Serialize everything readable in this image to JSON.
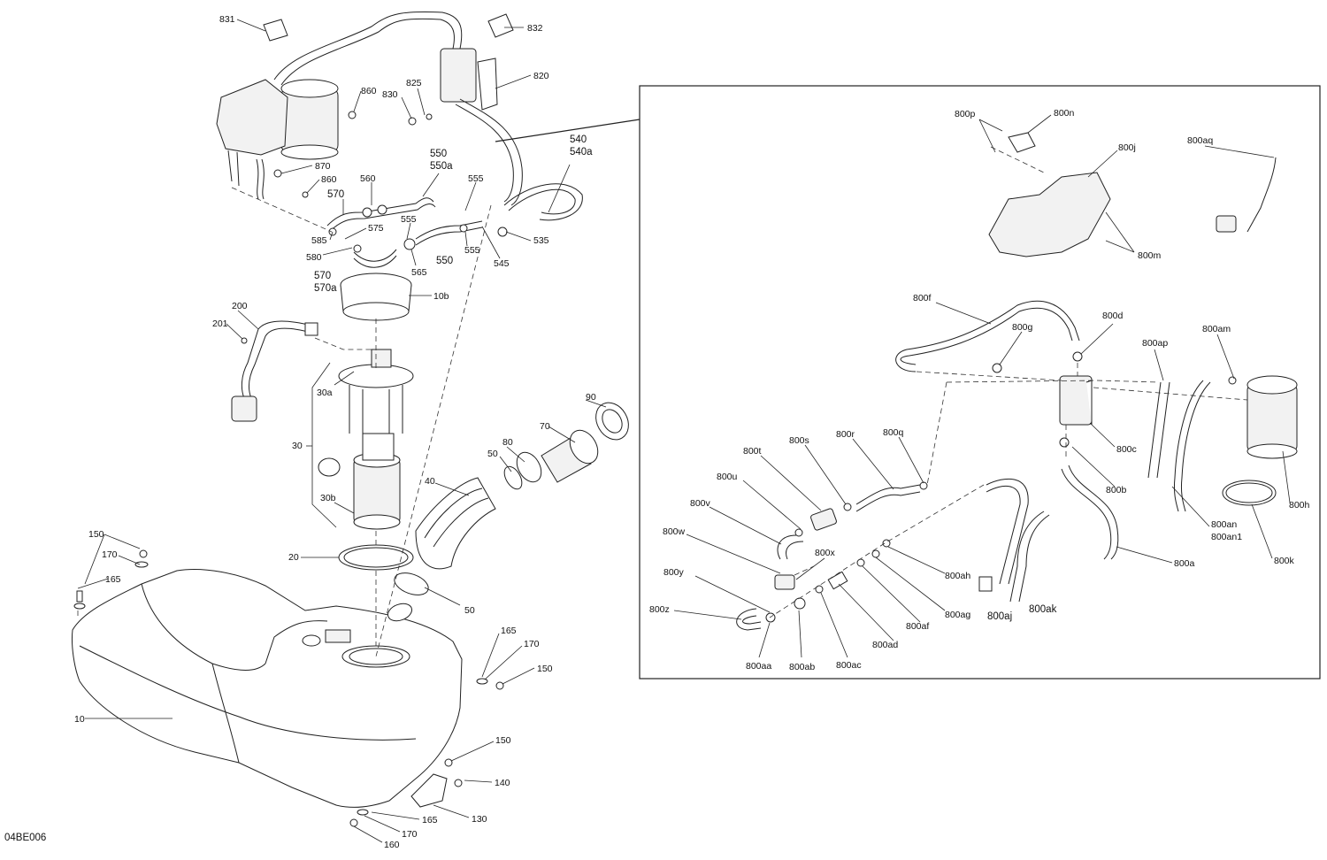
{
  "diagram_code": "04BE006",
  "callouts": {
    "c831": "831",
    "c832": "832",
    "c820": "820",
    "c860a": "860",
    "c825": "825",
    "c830": "830",
    "c870": "870",
    "c860b": "860",
    "c570a": "570",
    "c560": "560",
    "c550a": "550",
    "c550a2": "550a",
    "c555a": "555",
    "c540": "540",
    "c540a": "540a",
    "c585": "585",
    "c575": "575",
    "c555b": "555",
    "c580": "580",
    "c565": "565",
    "c550b": "550",
    "c555c": "555",
    "c535": "535",
    "c545": "545",
    "c570b": "570",
    "c570b2": "570a",
    "c10b": "10b",
    "c200": "200",
    "c201": "201",
    "c30a": "30a",
    "c30": "30",
    "c30b": "30b",
    "c90": "90",
    "c70": "70",
    "c80": "80",
    "c50a": "50",
    "c40": "40",
    "c20": "20",
    "c50b": "50",
    "c150a": "150",
    "c170a": "170",
    "c165a": "165",
    "c165b": "165",
    "c170b": "170",
    "c150b": "150",
    "c10": "10",
    "c150c": "150",
    "c140": "140",
    "c130": "130",
    "c165c": "165",
    "c170c": "170",
    "c160": "160"
  },
  "inset": {
    "c800p": "800p",
    "c800n": "800n",
    "c800j": "800j",
    "c800aq": "800aq",
    "c800m": "800m",
    "c800f": "800f",
    "c800g": "800g",
    "c800d": "800d",
    "c800ap": "800ap",
    "c800am": "800am",
    "c800c": "800c",
    "c800h": "800h",
    "c800b": "800b",
    "c800an": "800an",
    "c800an1": "800an1",
    "c800k": "800k",
    "c800a": "800a",
    "c800t": "800t",
    "c800s": "800s",
    "c800r": "800r",
    "c800q": "800q",
    "c800u": "800u",
    "c800v": "800v",
    "c800w": "800w",
    "c800x": "800x",
    "c800y": "800y",
    "c800z": "800z",
    "c800aa": "800aa",
    "c800ab": "800ab",
    "c800ac": "800ac",
    "c800ad": "800ad",
    "c800af": "800af",
    "c800ag": "800ag",
    "c800ah": "800ah",
    "c800aj": "800aj",
    "c800ak": "800ak"
  }
}
